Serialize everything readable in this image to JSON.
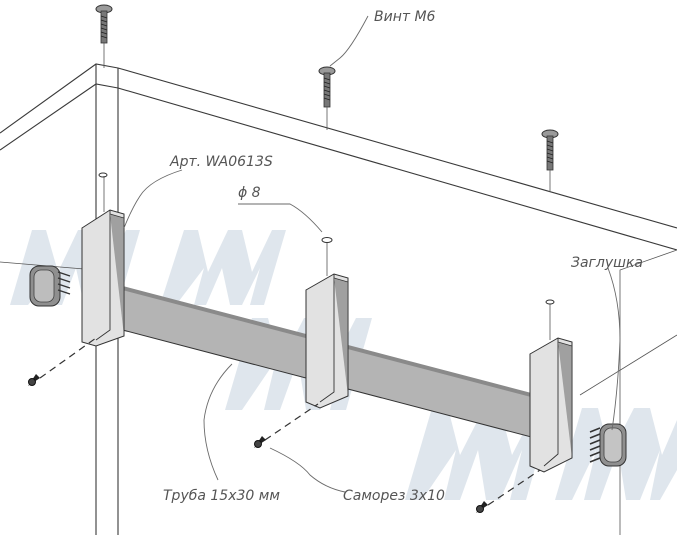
{
  "labels": {
    "screw_m6": "Винт М6",
    "article": "Арт. WA0613S",
    "diameter": "ϕ 8",
    "plug": "Заглушка",
    "tube": "Труба 15x30 мм",
    "self_tapping_screw": "Саморез 3x10"
  },
  "colors": {
    "line": "#3a3a3a",
    "bracket_fill": "#e2e2e2",
    "bracket_dark": "#9a9a9a",
    "tube_fill": "#b4b4b4",
    "watermark": "#d9e2ea",
    "label_text": "#555555"
  }
}
